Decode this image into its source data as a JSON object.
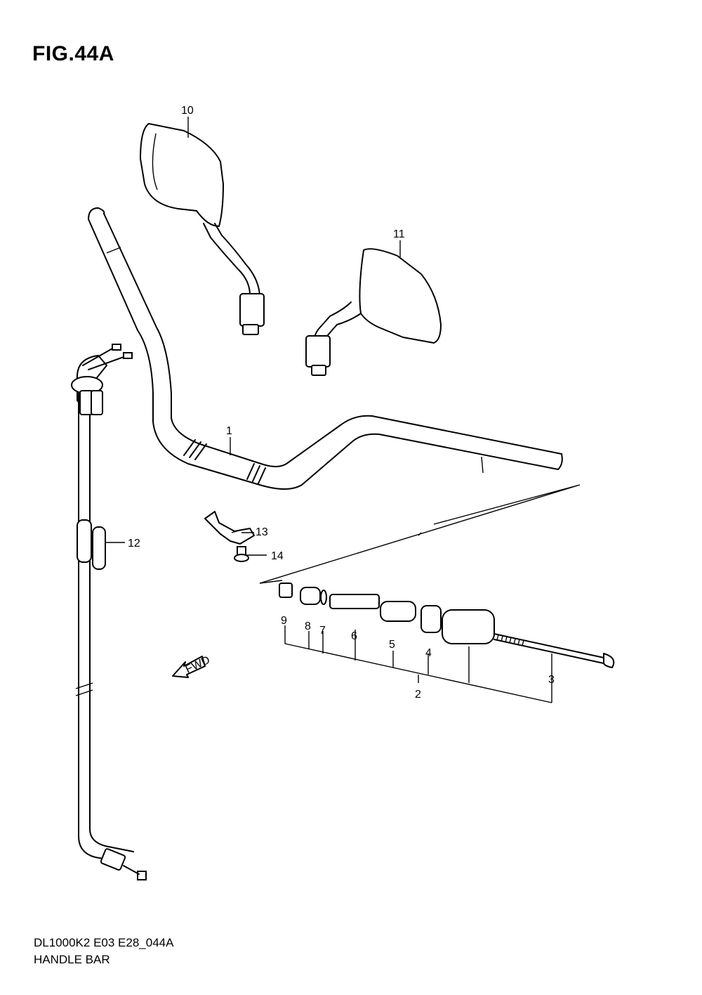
{
  "figure": {
    "title": "FIG.44A"
  },
  "footer": {
    "code": "DL1000K2 E03 E28_044A",
    "name": "HANDLE BAR"
  },
  "parts": [
    {
      "number": "1"
    },
    {
      "number": "2"
    },
    {
      "number": "3"
    },
    {
      "number": "4"
    },
    {
      "number": "5"
    },
    {
      "number": "6"
    },
    {
      "number": "7"
    },
    {
      "number": "8"
    },
    {
      "number": "9"
    },
    {
      "number": "10"
    },
    {
      "number": "11"
    },
    {
      "number": "12"
    },
    {
      "number": "13"
    },
    {
      "number": "14"
    }
  ],
  "direction_arrow": {
    "label": "FWD",
    "icon": "fwd-arrow-icon"
  }
}
